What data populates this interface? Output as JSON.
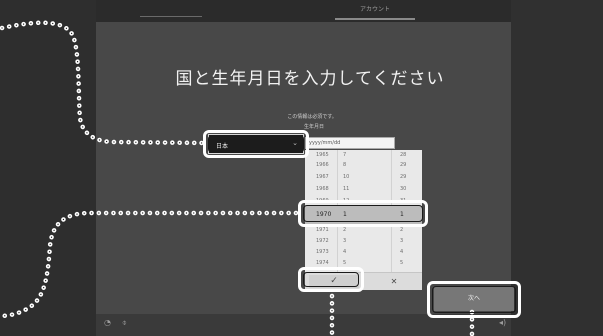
{
  "header": {
    "active_tab": "アカウント"
  },
  "page": {
    "title": "国と生年月日を入力してください",
    "info_note": "この情報は必須です。",
    "birthdate_label": "生年月日"
  },
  "country": {
    "selected": "日本"
  },
  "date_input": {
    "placeholder": "yyyy/mm/dd"
  },
  "picker": {
    "rows": [
      {
        "year": "1965",
        "month": "7",
        "day": "28"
      },
      {
        "year": "1966",
        "month": "8",
        "day": "29"
      },
      {
        "year": "1967",
        "month": "10",
        "day": "29"
      },
      {
        "year": "1968",
        "month": "11",
        "day": "30"
      },
      {
        "year": "1969",
        "month": "12",
        "day": "31"
      }
    ],
    "selected": {
      "year": "1970",
      "month": "1",
      "day": "1"
    },
    "rows_after": [
      {
        "year": "1971",
        "month": "2",
        "day": "2"
      },
      {
        "year": "1972",
        "month": "3",
        "day": "3"
      },
      {
        "year": "1973",
        "month": "4",
        "day": "4"
      },
      {
        "year": "1974",
        "month": "5",
        "day": "5"
      }
    ],
    "accept_glyph": "✓",
    "dismiss_glyph": "✕"
  },
  "footer": {
    "next_label": "次へ"
  },
  "icons": {
    "accessibility": "accessibility-icon",
    "microphone": "microphone-icon",
    "volume": "volume-icon",
    "chevron": "chevron-down-icon"
  },
  "colors": {
    "callout": "#ffffff",
    "panel": "#484848",
    "selected_row": "#bcbcbc"
  }
}
